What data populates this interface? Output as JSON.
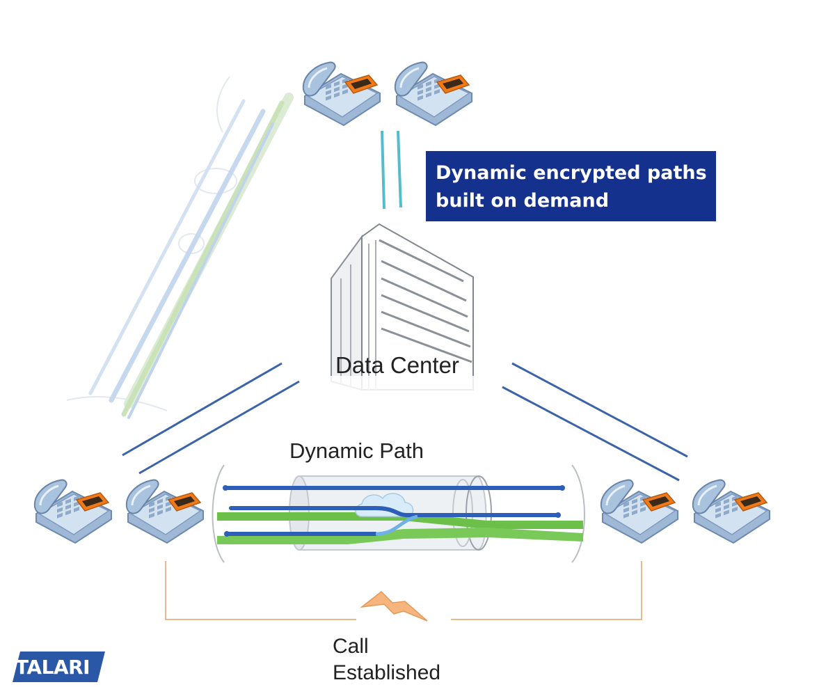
{
  "callout": {
    "line1": "Dynamic encrypted paths",
    "line2": "built on demand"
  },
  "labels": {
    "data_center": "Data Center",
    "dynamic_path": "Dynamic Path",
    "call_line1": "Call",
    "call_line2": "Established"
  },
  "logo": {
    "text": "TALARI"
  },
  "colors": {
    "callout_bg": "#15318e",
    "path_blue": "#2d5fb8",
    "path_green": "#6cc04a",
    "phone_body": "#b9cfe6",
    "phone_display": "#f07a1a",
    "call_line": "#e8b98a",
    "lightning": "#f6b57c"
  },
  "icons": [
    "desk-phone-icon",
    "data-center-building-icon",
    "cloud-icon",
    "lightning-icon"
  ]
}
